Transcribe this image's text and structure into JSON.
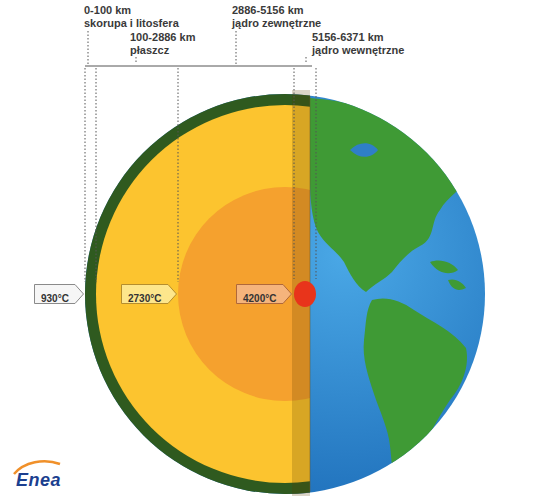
{
  "diagram": {
    "nodes": [
      {
        "text": [
          "930°C"
        ]
      },
      {
        "text": [
          "2730°C"
        ]
      },
      {
        "text": [
          "4200°C"
        ]
      }
    ],
    "labels": [
      "0-100 km",
      "skorupa i litosfera",
      "100-2886 km",
      "płaszcz",
      "2886-5156 km",
      "jądro zewnętrzne",
      "5156-6371 km",
      "jądro wewnętrzne",
      "Enea"
    ]
  }
}
